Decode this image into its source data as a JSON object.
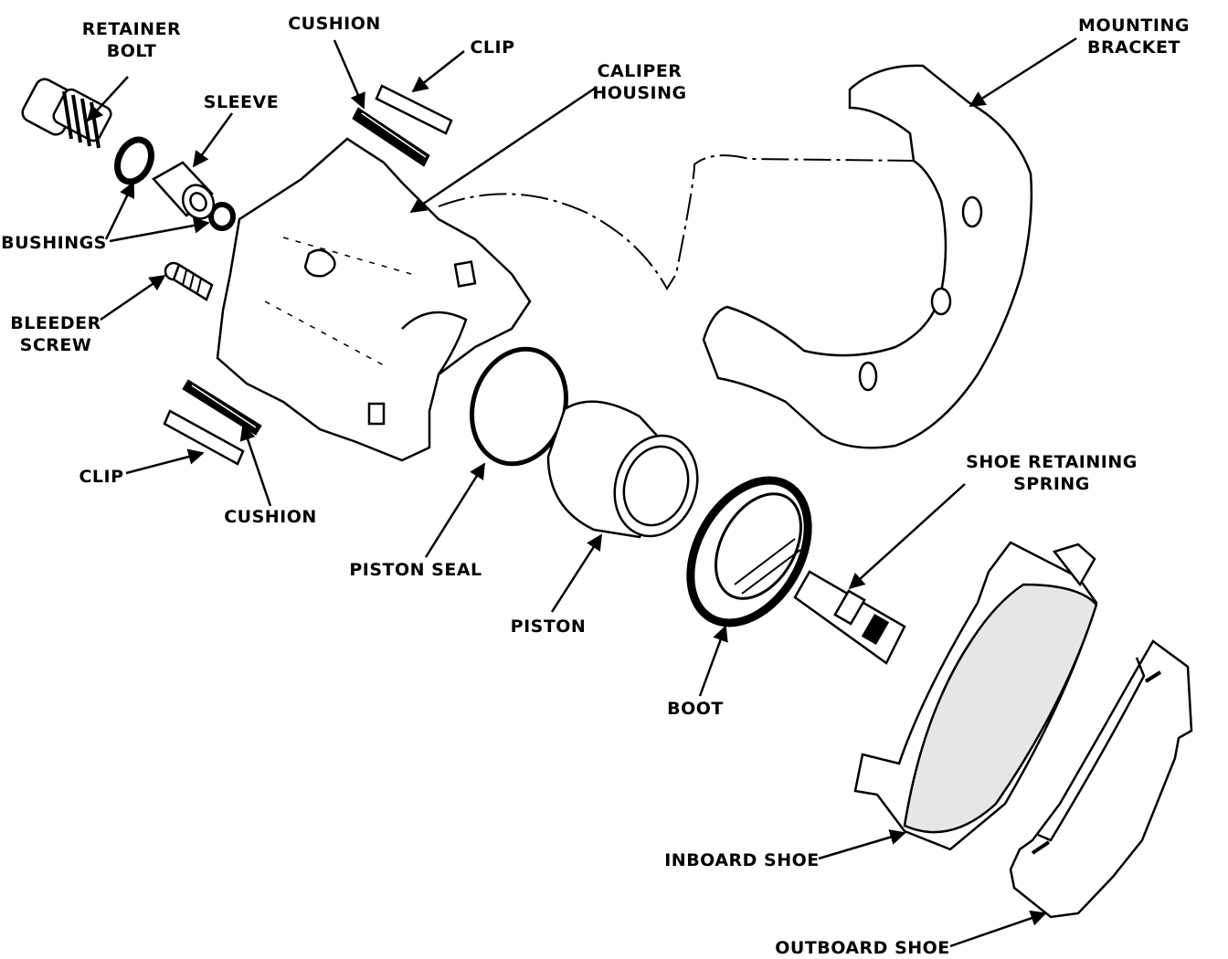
{
  "labels": {
    "retainer_bolt": [
      "RETAINER",
      "BOLT"
    ],
    "cushion_top": "CUSHION",
    "clip_top": "CLIP",
    "caliper_housing": [
      "CALIPER",
      "HOUSING"
    ],
    "mounting_bracket": [
      "MOUNTING",
      "BRACKET"
    ],
    "sleeve": "SLEEVE",
    "bushings": "BUSHINGS",
    "bleeder_screw": [
      "BLEEDER",
      "SCREW"
    ],
    "clip_bottom": "CLIP",
    "cushion_bottom": "CUSHION",
    "piston_seal": "PISTON SEAL",
    "piston": "PISTON",
    "boot": "BOOT",
    "shoe_retaining_spring": [
      "SHOE RETAINING",
      "SPRING"
    ],
    "inboard_shoe": "INBOARD SHOE",
    "outboard_shoe": "OUTBOARD SHOE"
  },
  "colors": {
    "ink": "#000000",
    "paper": "#ffffff",
    "lining": "#e6e6e6"
  }
}
